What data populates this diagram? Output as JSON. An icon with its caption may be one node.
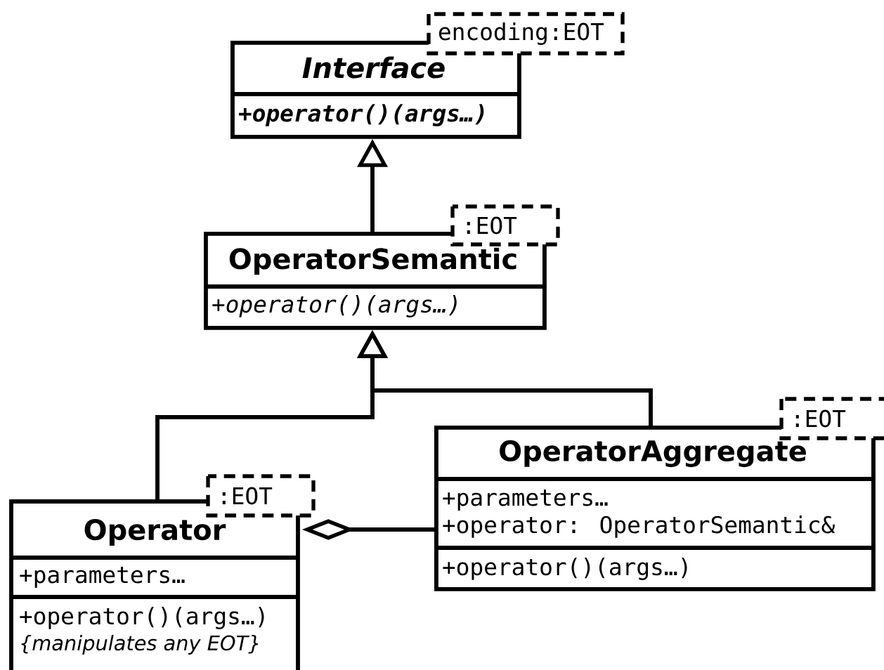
{
  "diagram": {
    "nodes": [
      {
        "text": [
          "Interface",
          "+operator()(args…)"
        ],
        "beside": [
          "encoding:EOT"
        ]
      },
      {
        "text": [
          "OperatorSemantic",
          "+operator()(args…)"
        ],
        "beside": [
          ":EOT"
        ]
      },
      {
        "text": [
          "Operator",
          "+parameters…",
          "+operator()(args…)",
          "{manipulates any EOT}"
        ],
        "beside": [
          ":EOT"
        ]
      },
      {
        "text": [
          "OperatorAggregate",
          "+parameters…",
          "+operator: OperatorSemantic&",
          "+operator()(args…)"
        ],
        "beside": [
          ":EOT"
        ]
      }
    ],
    "edges": [
      {
        "from": 1,
        "to": 0,
        "arrow": "to"
      },
      {
        "from": 2,
        "to": 1,
        "arrow": "to"
      },
      {
        "from": 3,
        "to": 1,
        "arrow": "to"
      },
      {
        "from": 3,
        "to": 2,
        "arrow": "other"
      }
    ]
  }
}
